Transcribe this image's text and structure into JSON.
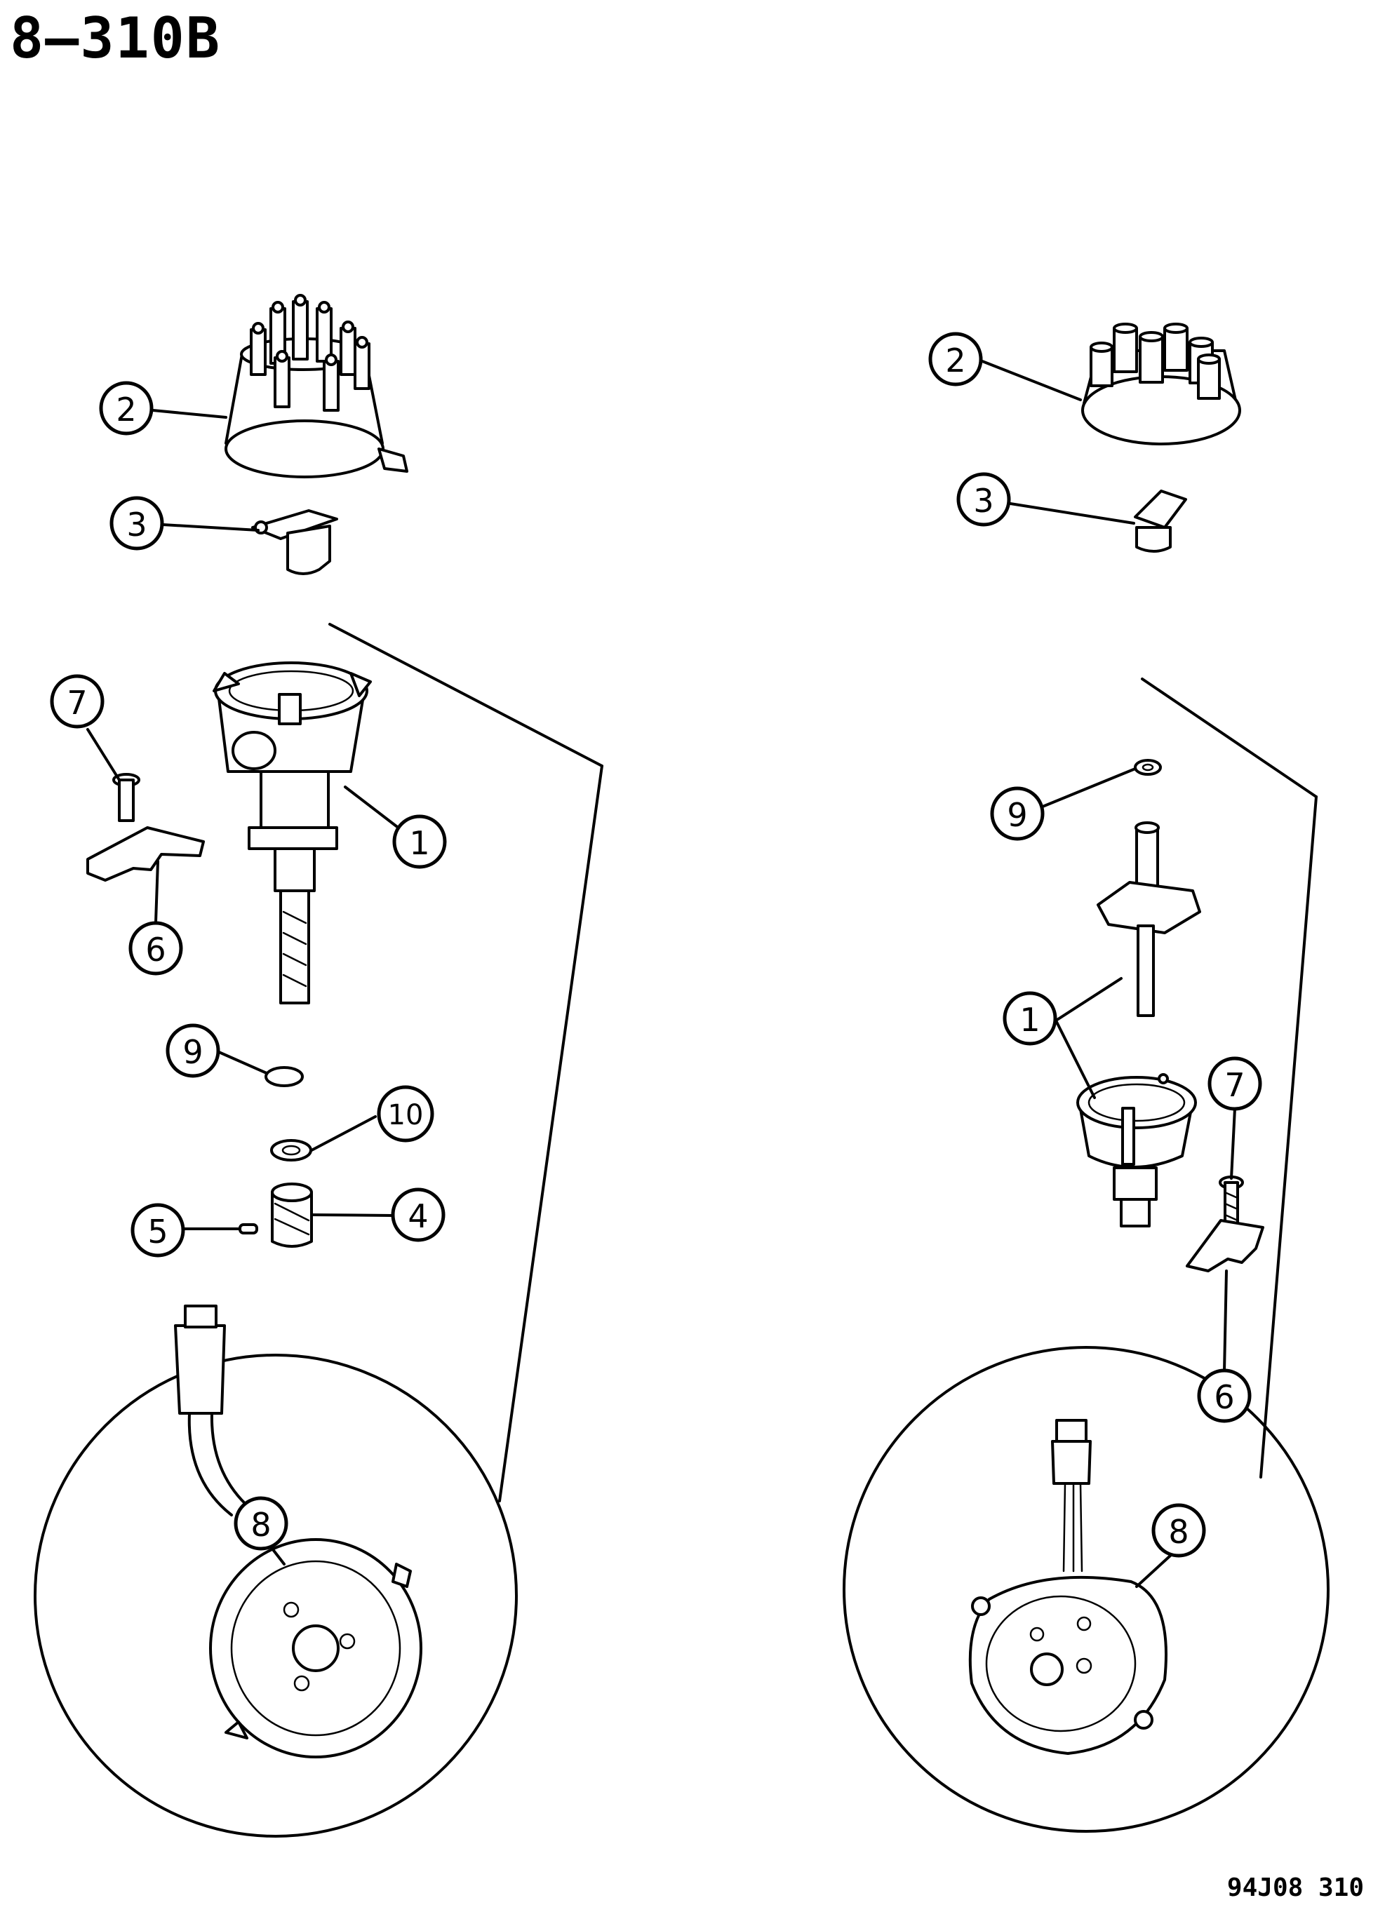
{
  "page_code": "8–310B",
  "diagram_code": "94J08 310",
  "callouts": {
    "left": [
      "2",
      "3",
      "7",
      "1",
      "6",
      "9",
      "10",
      "4",
      "5",
      "8"
    ],
    "right": [
      "2",
      "3",
      "9",
      "1",
      "1",
      "7",
      "6",
      "8"
    ]
  }
}
